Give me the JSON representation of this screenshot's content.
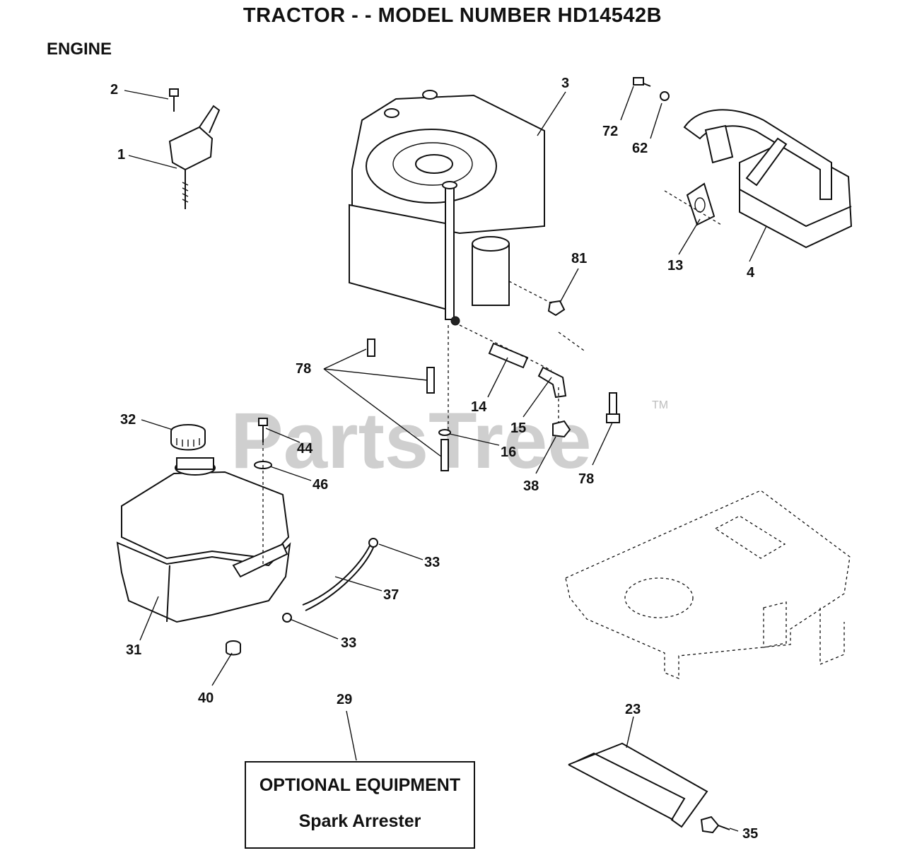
{
  "header": {
    "title": "TRACTOR - - MODEL NUMBER HD14542B",
    "section": "ENGINE"
  },
  "watermark": {
    "text": "PartsTree",
    "trademark": "TM"
  },
  "callouts": {
    "c1": "1",
    "c2": "2",
    "c3": "3",
    "c4": "4",
    "c13": "13",
    "c14": "14",
    "c15": "15",
    "c16": "16",
    "c23": "23",
    "c29": "29",
    "c31": "31",
    "c32": "32",
    "c33a": "33",
    "c33b": "33",
    "c35": "35",
    "c37": "37",
    "c38": "38",
    "c40": "40",
    "c44": "44",
    "c46": "46",
    "c62": "62",
    "c72": "72",
    "c78a": "78",
    "c78b": "78",
    "c81": "81"
  },
  "optional_equipment": {
    "title": "OPTIONAL EQUIPMENT",
    "item": "Spark Arrester"
  }
}
